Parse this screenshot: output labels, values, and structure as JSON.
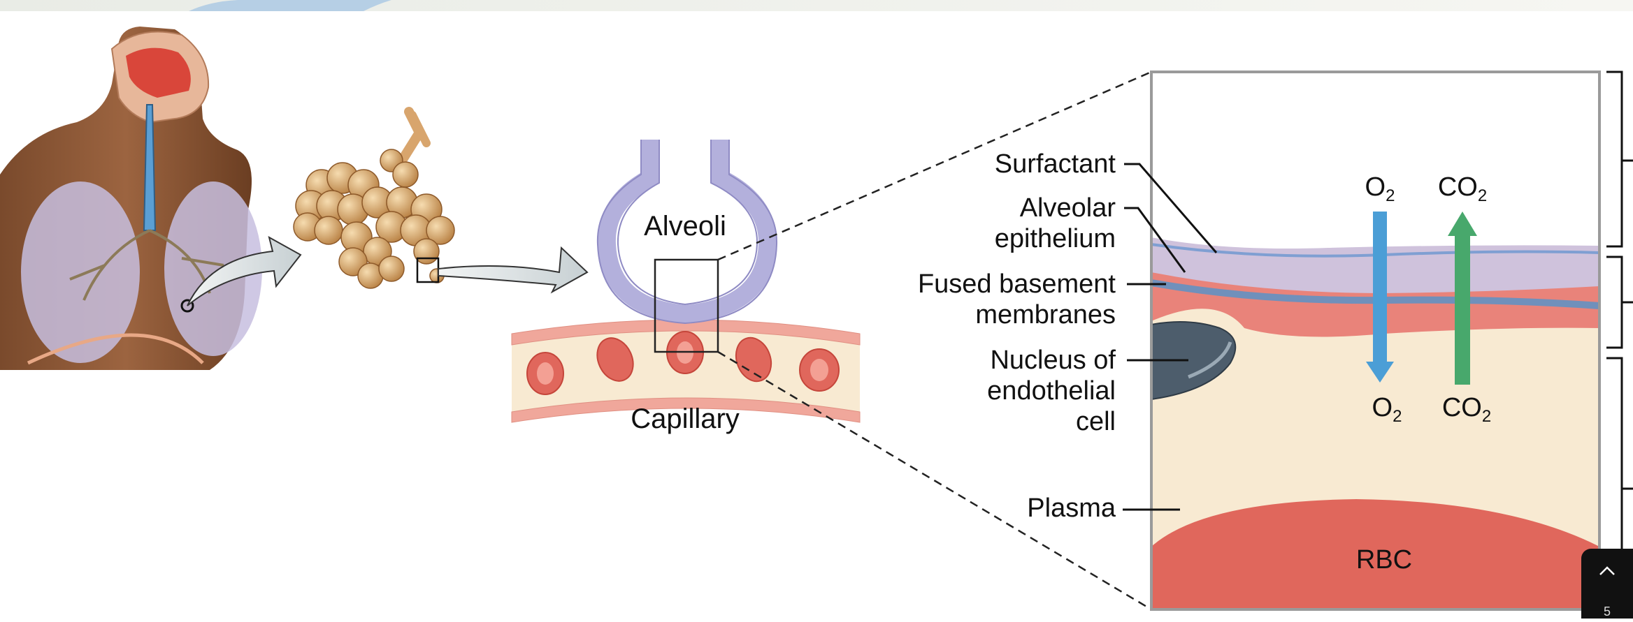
{
  "labels": {
    "alveoli": "Alveoli",
    "capillary": "Capillary",
    "surfactant": "Surfactant",
    "alveolar_epithelium_line1": "Alveolar",
    "alveolar_epithelium_line2": "epithelium",
    "fused_membranes_line1": "Fused basement",
    "fused_membranes_line2": "membranes",
    "nucleus_line1": "Nucleus of",
    "nucleus_line2": "endothelial",
    "nucleus_line3": "cell",
    "plasma": "Plasma",
    "rbc": "RBC"
  },
  "gases": {
    "o2_base": "O",
    "co2_base": "CO",
    "subscript": "2"
  },
  "nav": {
    "page_number": "5"
  },
  "colors": {
    "alveolus_wall": "#b3b0dc",
    "capillary_wall": "#f0a79b",
    "plasma": "#f8ead2",
    "rbc": "#e0675c",
    "o2_arrow": "#4b9ed6",
    "co2_arrow": "#48a86c",
    "basement_membrane": "#5b93c7",
    "nucleus": "#4d5d6c"
  },
  "icons": {
    "nav": "chevron-up-icon"
  }
}
